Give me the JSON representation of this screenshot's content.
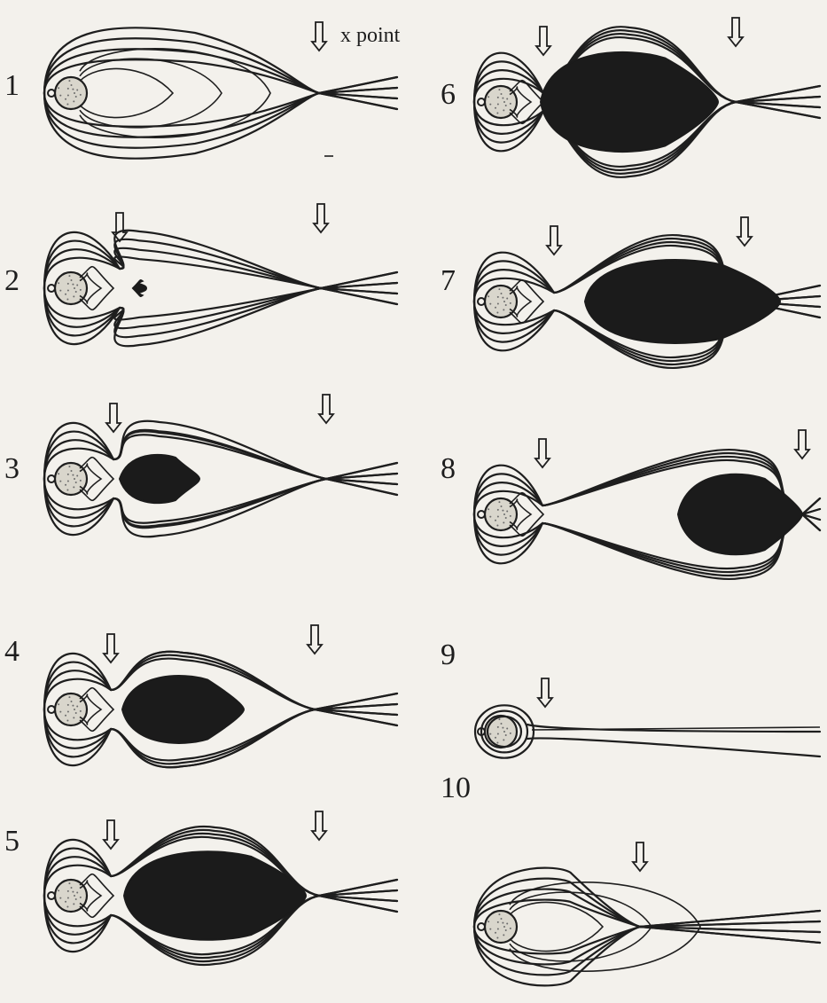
{
  "figure": {
    "x_point_label": "x point",
    "panels": [
      {
        "label": "1"
      },
      {
        "label": "2"
      },
      {
        "label": "3"
      },
      {
        "label": "4"
      },
      {
        "label": "5"
      },
      {
        "label": "6"
      },
      {
        "label": "7"
      },
      {
        "label": "8"
      },
      {
        "label": "9"
      },
      {
        "label": "10"
      }
    ]
  }
}
